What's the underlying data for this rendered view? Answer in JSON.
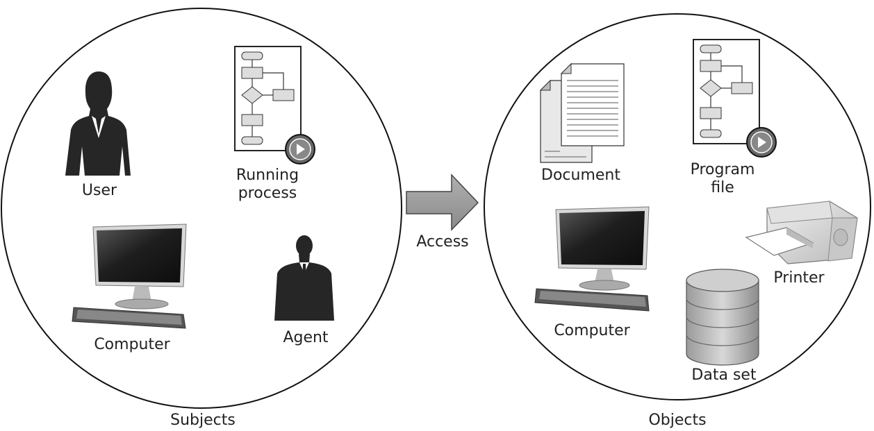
{
  "subjects": {
    "caption": "Subjects",
    "items": {
      "user": "User",
      "running_process_line1": "Running",
      "running_process_line2": "process",
      "computer": "Computer",
      "agent": "Agent"
    }
  },
  "access": {
    "label": "Access"
  },
  "objects": {
    "caption": "Objects",
    "items": {
      "document": "Document",
      "program_file_line1": "Program",
      "program_file_line2": "file",
      "computer": "Computer",
      "printer": "Printer",
      "data_set": "Data set"
    }
  }
}
